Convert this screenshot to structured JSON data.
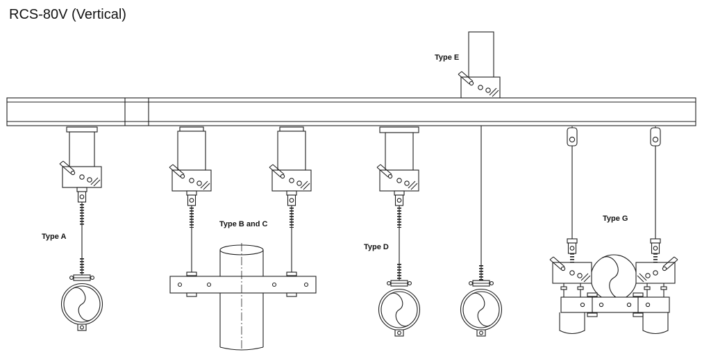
{
  "title": "RCS-80V (Vertical)",
  "diagram": {
    "labels": {
      "type_a": "Type A",
      "type_bc": "Type B and C",
      "type_d": "Type D",
      "type_e": "Type E",
      "type_g": "Type G"
    },
    "colors": {
      "line": "#1c1c1c",
      "background": "#ffffff"
    }
  }
}
